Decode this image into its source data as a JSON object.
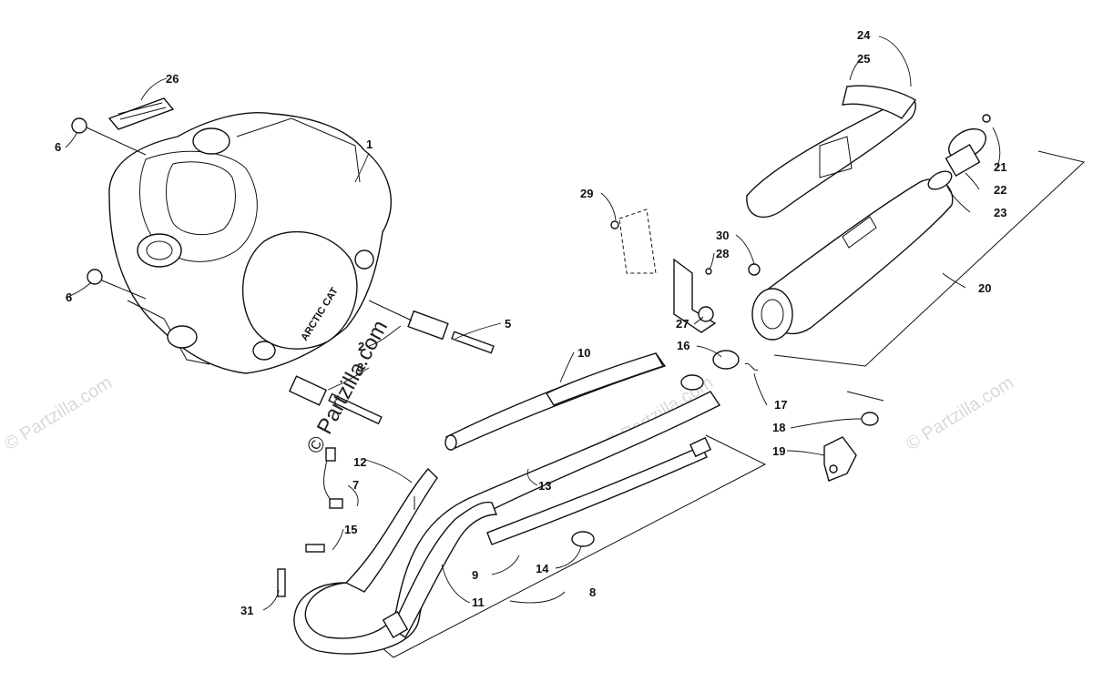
{
  "watermarks": {
    "center": "© Partzilla.com",
    "corner": "© Partzilla.com"
  },
  "engine_logo_text": "ARCTIC CAT",
  "callouts": [
    "1",
    "2",
    "3",
    "5",
    "6",
    "6",
    "7",
    "8",
    "9",
    "10",
    "11",
    "12",
    "13",
    "14",
    "15",
    "16",
    "17",
    "18",
    "19",
    "20",
    "21",
    "22",
    "23",
    "24",
    "25",
    "26",
    "27",
    "28",
    "29",
    "30",
    "31"
  ]
}
